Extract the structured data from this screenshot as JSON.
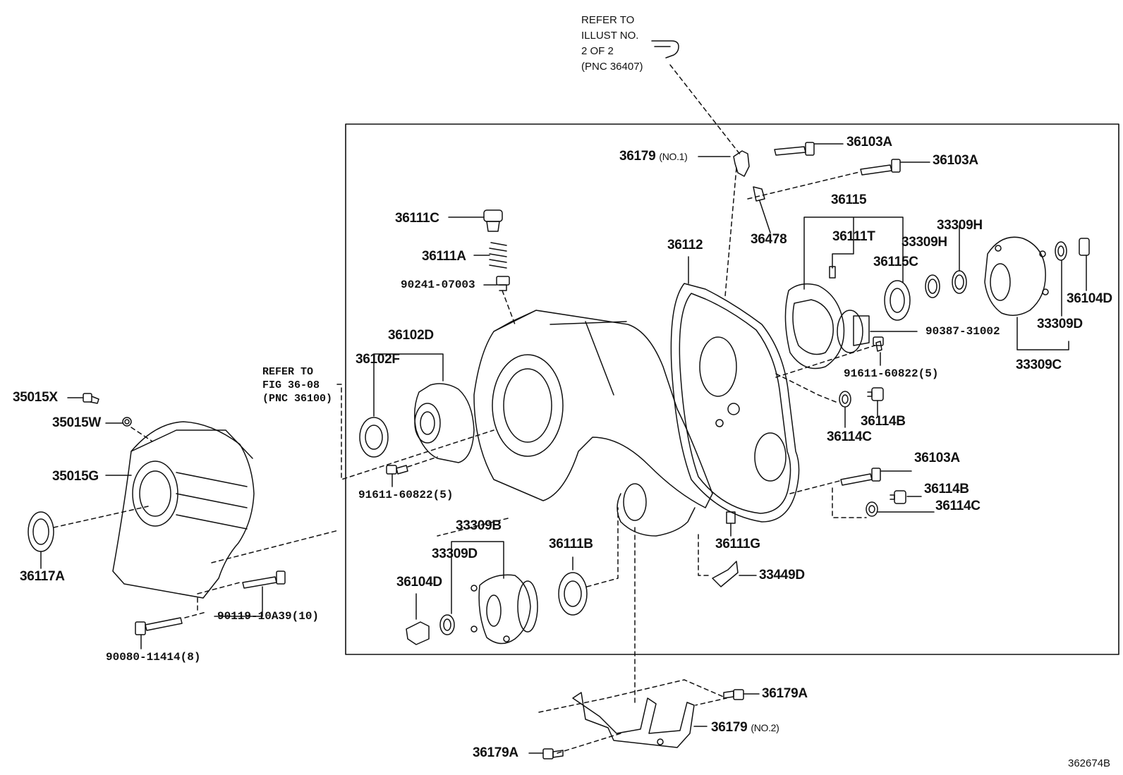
{
  "notes": {
    "top_refer": "REFER TO\nILLUST NO.\n2 OF 2\n(PNC 36407)",
    "left_refer": "REFER TO\nFIG 36-08\n(PNC 36100)"
  },
  "figure_id": "362674B",
  "labels": {
    "p36179_no1": "36179",
    "p36179_no1_sfx": "(NO.1)",
    "p36103A_1": "36103A",
    "p36103A_2": "36103A",
    "p36103A_3": "36103A",
    "p36115": "36115",
    "p36478": "36478",
    "p36111T": "36111T",
    "p33309H_1": "33309H",
    "p33309H_2": "33309H",
    "p36115C": "36115C",
    "p36104D_1": "36104D",
    "p36104D_2": "36104D",
    "p36112": "36112",
    "p36111C": "36111C",
    "p36111A": "36111A",
    "p90241": "90241-07003",
    "p36102D": "36102D",
    "p36102F": "36102F",
    "p90387": "90387-31002",
    "p33309D_1": "33309D",
    "p33309D_2": "33309D",
    "p33309C": "33309C",
    "p91611_1": "91611-60822(5)",
    "p91611_2": "91611-60822(5)",
    "p36114B_1": "36114B",
    "p36114B_2": "36114B",
    "p36114C_1": "36114C",
    "p36114C_2": "36114C",
    "p35015X": "35015X",
    "p35015W": "35015W",
    "p35015G": "35015G",
    "p36117A": "36117A",
    "p33309B": "33309B",
    "p36111B": "36111B",
    "p36111G": "36111G",
    "p33449D": "33449D",
    "p90119": "90119-10A39(10)",
    "p90080": "90080-11414(8)",
    "p36179A_1": "36179A",
    "p36179A_2": "36179A",
    "p36179_no2": "36179",
    "p36179_no2_sfx": "(NO.2)"
  }
}
